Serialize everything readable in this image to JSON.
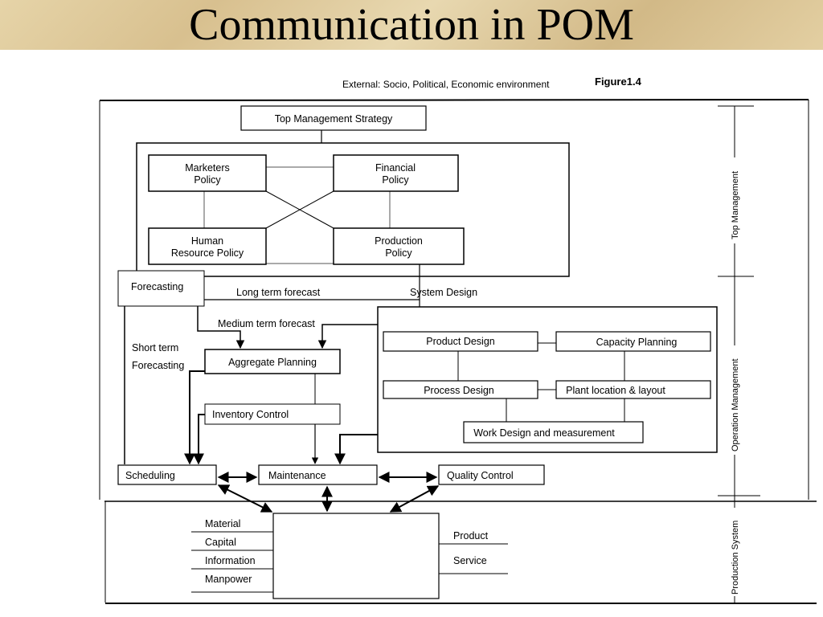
{
  "slide": {
    "title": "Communication in POM"
  },
  "diagram": {
    "external_label": "External: Socio, Political, Economic environment",
    "figure_label": "Figure1.4",
    "top_management_strategy": "Top Management Strategy",
    "marketers_policy": [
      "Marketers",
      "Policy"
    ],
    "financial_policy": [
      "Financial",
      "Policy"
    ],
    "hr_policy": [
      "Human",
      "Resource Policy"
    ],
    "production_policy": [
      "Production",
      "Policy"
    ],
    "forecasting": "Forecasting",
    "long_term_forecast": "Long term forecast",
    "system_design": "System Design",
    "medium_term_forecast": "Medium term forecast",
    "short_term_forecasting": [
      "Short term",
      "Forecasting"
    ],
    "aggregate_planning": "Aggregate Planning",
    "inventory_control": "Inventory Control",
    "product_design": "Product Design",
    "capacity_planning": "Capacity Planning",
    "process_design": "Process Design",
    "plant_location": "Plant location & layout",
    "work_design": "Work Design and measurement",
    "scheduling": "Scheduling",
    "maintenance": "Maintenance",
    "quality_control": "Quality Control",
    "inputs": [
      "Material",
      "Capital",
      "Information",
      "Manpower"
    ],
    "outputs": [
      "Product",
      "Service"
    ],
    "side_labels": {
      "top_management": "Top Management",
      "operation_management": "Operation Management",
      "production_system": "Production System"
    }
  }
}
